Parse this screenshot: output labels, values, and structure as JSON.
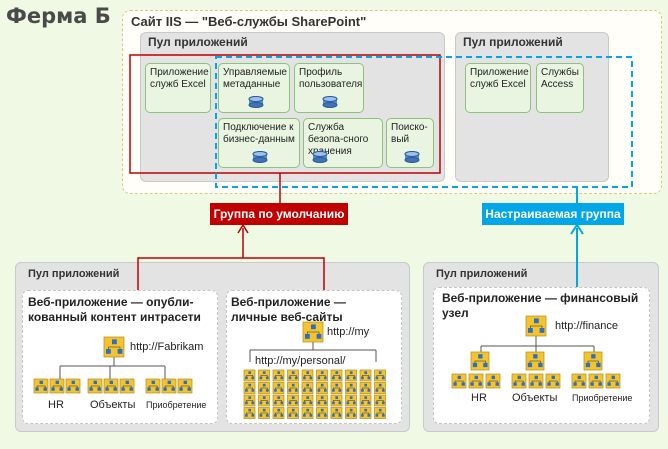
{
  "farm": {
    "title": "Ферма Б"
  },
  "iis": {
    "title": "Сайт IIS — \"Веб-службы SharePoint\""
  },
  "top_pool_left": {
    "title": "Пул приложений",
    "services": {
      "excel": "Приложение служб Excel",
      "metadata": "Управляемые метаданные",
      "profile": "Профиль пользователя",
      "bcs": "Подключение к бизнес-данным",
      "secure_store": "Служба безопа-сного хранения",
      "search": "Поиско-вый"
    }
  },
  "top_pool_right": {
    "title": "Пул приложений",
    "services": {
      "excel": "Приложение служб Excel",
      "access": "Службы Access"
    }
  },
  "groups": {
    "default": "Группа по умолчанию",
    "custom": "Настраиваемая группа"
  },
  "colors": {
    "default_group": "#c00000",
    "custom_group": "#00a6e6",
    "farm_bg": "#f0f9e4"
  },
  "bottom_pool_left": {
    "title": "Пул приложений",
    "intranet": {
      "title_line1": "Веб-приложение — опубли-",
      "title_line2": "кованный контент интрасети",
      "url": "http://Fabrikam",
      "branches": [
        "HR",
        "Объекты",
        "Приобретение"
      ]
    },
    "personal": {
      "title_line1": "Веб-приложение —",
      "title_line2": "личные веб-сайты",
      "url": "http://my",
      "sub_url": "http://my/personal/"
    }
  },
  "bottom_pool_right": {
    "title": "Пул приложений",
    "finance": {
      "title_line1": "Веб-приложение — финансовый",
      "title_line2": "узел",
      "url": "http://finance",
      "branches": [
        "HR",
        "Объекты",
        "Приобретение"
      ]
    }
  },
  "icons": [
    "database-icon",
    "site-hierarchy-icon"
  ]
}
